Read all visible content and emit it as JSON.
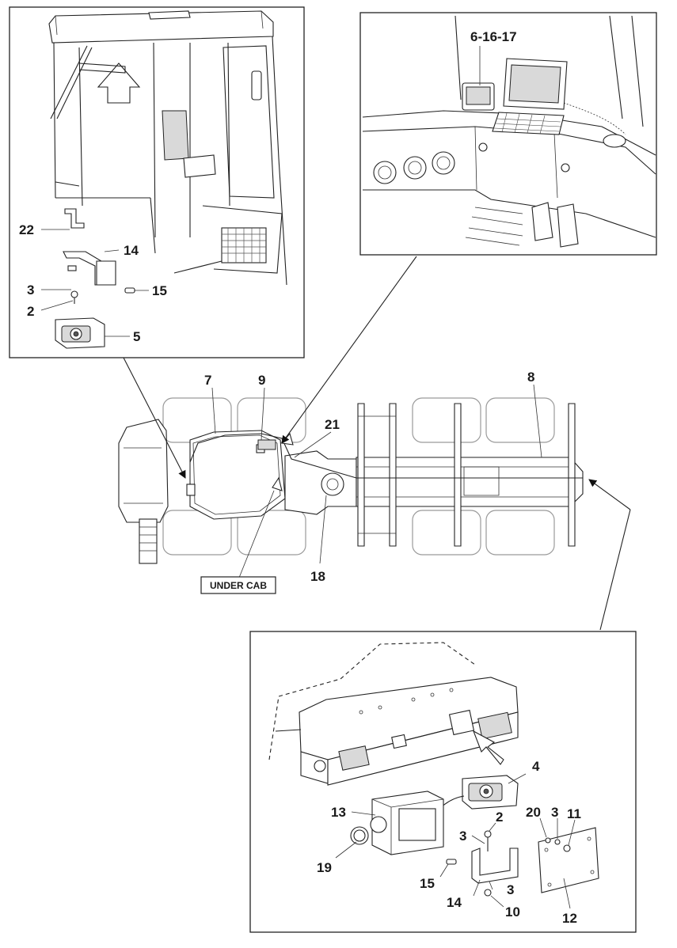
{
  "callouts": {
    "c22": "22",
    "c14_top": "14",
    "c3_top": "3",
    "c15_top": "15",
    "c2_top": "2",
    "c5": "5",
    "c6_16_17": "6-16-17",
    "c7": "7",
    "c9": "9",
    "c8": "8",
    "c21": "21",
    "c18": "18",
    "under_cab": "UNDER CAB",
    "c4": "4",
    "c13": "13",
    "c19": "19",
    "c2_bot": "2",
    "c3_bot_a": "3",
    "c20": "20",
    "c3_bot_b": "3",
    "c11": "11",
    "c15_bot": "15",
    "c14_bot": "14",
    "c3_bot_c": "3",
    "c10": "10",
    "c12": "12"
  },
  "colors": {
    "line": "#222222",
    "tire_outline": "#9a9a9a",
    "background": "#ffffff"
  }
}
